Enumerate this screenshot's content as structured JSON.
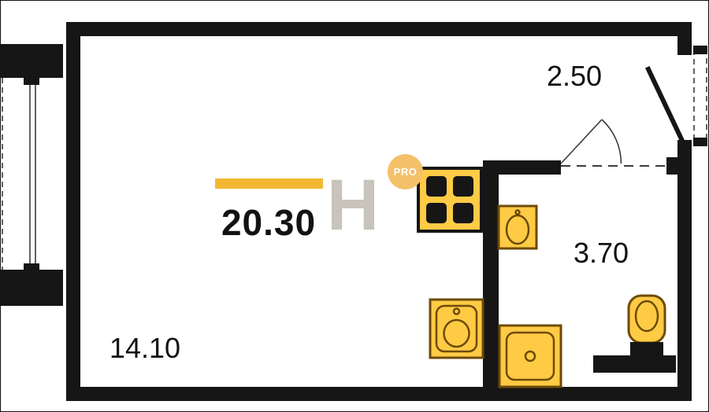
{
  "plan": {
    "areas": {
      "total": "20.30",
      "living": "14.10",
      "bathroom": "3.70",
      "balcony": "2.50"
    },
    "logo": {
      "letter": "H",
      "badge": "PRO"
    },
    "colors": {
      "wall": "#161616",
      "line": "#3c3c3c",
      "accent_bar": "#f2b833",
      "fixture_fill": "#ffcb45",
      "fixture_stroke": "#6e4a07",
      "logo_gray": "#c8c4bb",
      "badge_fill": "#f4c169",
      "badge_text": "#ffffff",
      "background": "#ffffff"
    },
    "fixtures": [
      {
        "name": "stove-icon",
        "shape": "square with 4 black burner squares"
      },
      {
        "name": "kitchen-sink-icon",
        "shape": "square with rounded basin and oval"
      },
      {
        "name": "bathroom-sink-icon",
        "shape": "rect with vertical oval basin"
      },
      {
        "name": "shower-icon",
        "shape": "square tray with center drain"
      },
      {
        "name": "toilet-icon",
        "shape": "oval bowl with black tank"
      }
    ]
  }
}
